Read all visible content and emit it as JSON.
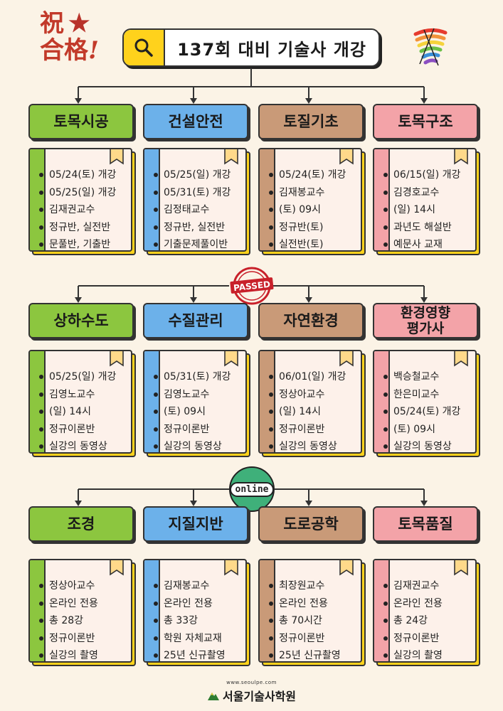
{
  "header": {
    "congrats_line1": "祝",
    "congrats_line2": "合格",
    "exclamation": "!",
    "title": "137회 대비 기술사 개강"
  },
  "badges": {
    "passed": "PASSED",
    "online": "online"
  },
  "footer": {
    "url": "www.seoulpe.com",
    "brand": "서울기술사학원"
  },
  "colors": {
    "green": "#8cc63f",
    "blue": "#6cb1ea",
    "tan": "#c99a78",
    "pink": "#f3a3a8",
    "yellow": "#ffd21c"
  },
  "rows": [
    {
      "cards": [
        {
          "subject": "토목시공",
          "color": "green",
          "items": [
            "05/24(토) 개강",
            "05/25(일) 개강",
            "김재권교수",
            "정규반, 실전반",
            "문풀반, 기출반"
          ]
        },
        {
          "subject": "건설안전",
          "color": "blue",
          "items": [
            "05/25(일) 개강",
            "05/31(토) 개강",
            "김정태교수",
            "정규반, 실전반",
            "기출문제풀이반"
          ]
        },
        {
          "subject": "토질기초",
          "color": "tan",
          "items": [
            "05/24(토) 개강",
            "김재봉교수",
            "(토) 09시",
            "정규반(토)",
            "실전반(토)"
          ]
        },
        {
          "subject": "토목구조",
          "color": "pink",
          "items": [
            "06/15(일) 개강",
            "김경호교수",
            "(일) 14시",
            "과년도 해설반",
            "예문사 교재"
          ]
        }
      ]
    },
    {
      "cards": [
        {
          "subject": "상하수도",
          "color": "green",
          "items": [
            "05/25(일) 개강",
            "김영노교수",
            "(일) 14시",
            "정규이론반",
            "실강의 동영상"
          ]
        },
        {
          "subject": "수질관리",
          "color": "blue",
          "items": [
            "05/31(토) 개강",
            "김영노교수",
            "(토) 09시",
            "정규이론반",
            "실강의 동영상"
          ]
        },
        {
          "subject": "자연환경",
          "color": "tan",
          "items": [
            "06/01(일) 개강",
            "정상아교수",
            "(일) 14시",
            "정규이론반",
            "실강의 동영상"
          ]
        },
        {
          "subject": "환경영향\n평가사",
          "color": "pink",
          "items": [
            "백승철교수",
            "한은미교수",
            "05/24(토) 개강",
            "(토) 09시",
            "실강의 동영상"
          ]
        }
      ]
    },
    {
      "cards": [
        {
          "subject": "조경",
          "color": "green",
          "items": [
            "정상아교수",
            "온라인 전용",
            "총 28강",
            "정규이론반",
            "실강의 촬영"
          ]
        },
        {
          "subject": "지질지반",
          "color": "blue",
          "items": [
            "김재봉교수",
            "온라인 전용",
            "총 33강",
            "학원 자체교재",
            "25년 신규촬영"
          ]
        },
        {
          "subject": "도로공학",
          "color": "tan",
          "items": [
            "최장원교수",
            "온라인 전용",
            "총 70시간",
            "정규이론반",
            "25년 신규촬영"
          ]
        },
        {
          "subject": "토목품질",
          "color": "pink",
          "items": [
            "김재권교수",
            "온라인 전용",
            "총 24강",
            "정규이론반",
            "실강의 촬영"
          ]
        }
      ]
    }
  ]
}
